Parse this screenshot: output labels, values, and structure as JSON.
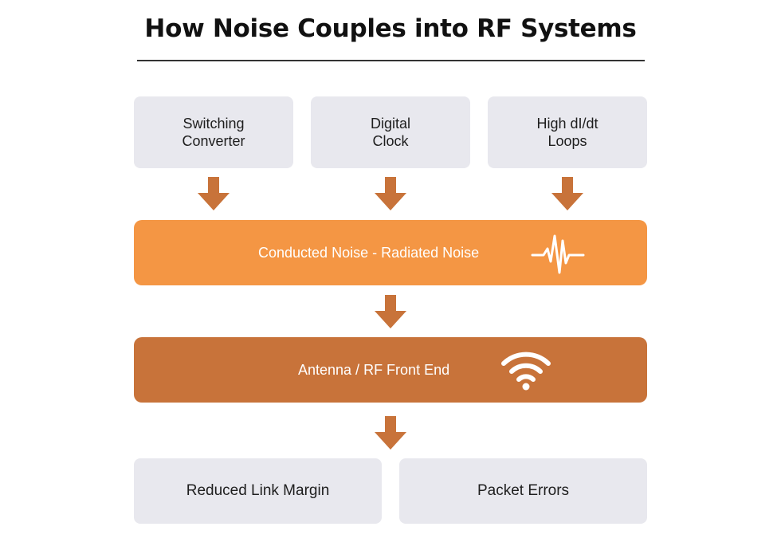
{
  "title": "How Noise Couples into RF Systems",
  "sources": [
    {
      "label": "Switching\nConverter"
    },
    {
      "label": "Digital\nClock"
    },
    {
      "label": "High dI/dt\nLoops"
    }
  ],
  "noise_bar": {
    "label": "Conducted Noise - Radiated Noise",
    "icon": "waveform-icon"
  },
  "rf_bar": {
    "label": "Antenna / RF Front End",
    "icon": "wifi-icon"
  },
  "outcomes": [
    {
      "label": "Reduced Link Margin"
    },
    {
      "label": "Packet Errors"
    }
  ],
  "colors": {
    "box_gray": "#e8e8ee",
    "orange_light": "#f49644",
    "orange_dark": "#c8733a",
    "arrow": "#c8733a"
  }
}
